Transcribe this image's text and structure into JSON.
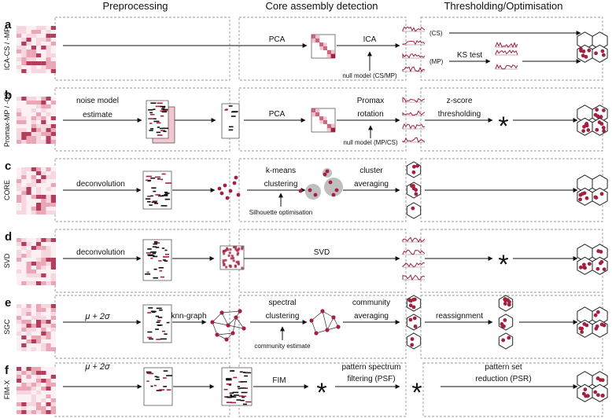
{
  "headers": {
    "preprocessing": "Preprocessing",
    "core": "Core assembly detection",
    "threshold": "Thresholding/Optimisation"
  },
  "rows": [
    {
      "letter": "a",
      "method": "ICA-CS / -MP"
    },
    {
      "letter": "b",
      "method": "Promax-MP / -CS"
    },
    {
      "letter": "c",
      "method": "CORE"
    },
    {
      "letter": "d",
      "method": "SVD"
    },
    {
      "letter": "e",
      "method": "SGC"
    },
    {
      "letter": "f",
      "method": "FIM-X"
    }
  ],
  "labels": {
    "a_pca": "PCA",
    "a_ica": "ICA",
    "a_null": "null model (CS/MP)",
    "a_cs": "(CS)",
    "a_mp": "(MP)",
    "a_ks": "KS test",
    "b_noise1": "noise model",
    "b_noise2": "estimate",
    "b_pca": "PCA",
    "b_promax1": "Promax",
    "b_promax2": "rotation",
    "b_null": "null model (MP/CS)",
    "b_z1": "z-score",
    "b_z2": "thresholding",
    "c_deconv": "deconvolution",
    "c_km1": "k-means",
    "c_km2": "clustering",
    "c_sil": "Silhouette optimisation",
    "c_clu1": "cluster",
    "c_clu2": "averaging",
    "d_deconv": "deconvolution",
    "d_svd": "SVD",
    "e_mu": "μ + 2σ",
    "e_knn": "knn-graph",
    "e_spec1": "spectral",
    "e_spec2": "clustering",
    "e_comm_est": "community estimate",
    "e_comm1": "community",
    "e_comm2": "averaging",
    "e_reassign": "reassignment",
    "f_mu": "μ + 2σ",
    "f_fim": "FIM",
    "f_psf1": "pattern spectrum",
    "f_psf2": "filtering (PSF)",
    "f_psr1": "pattern set",
    "f_psr2": "reduction (PSR)",
    "star": "*"
  },
  "colors": {
    "crimson": "#a3203f",
    "pink": "#e79aac",
    "light_pink": "#f6d4dc",
    "grey": "#bfbfbf"
  },
  "icons": [
    "raster-heatmap-icon",
    "matrix-icon",
    "time-series-icon",
    "hexagon-assembly-icon",
    "scatter-cluster-icon",
    "graph-network-icon",
    "asterisk-icon"
  ]
}
